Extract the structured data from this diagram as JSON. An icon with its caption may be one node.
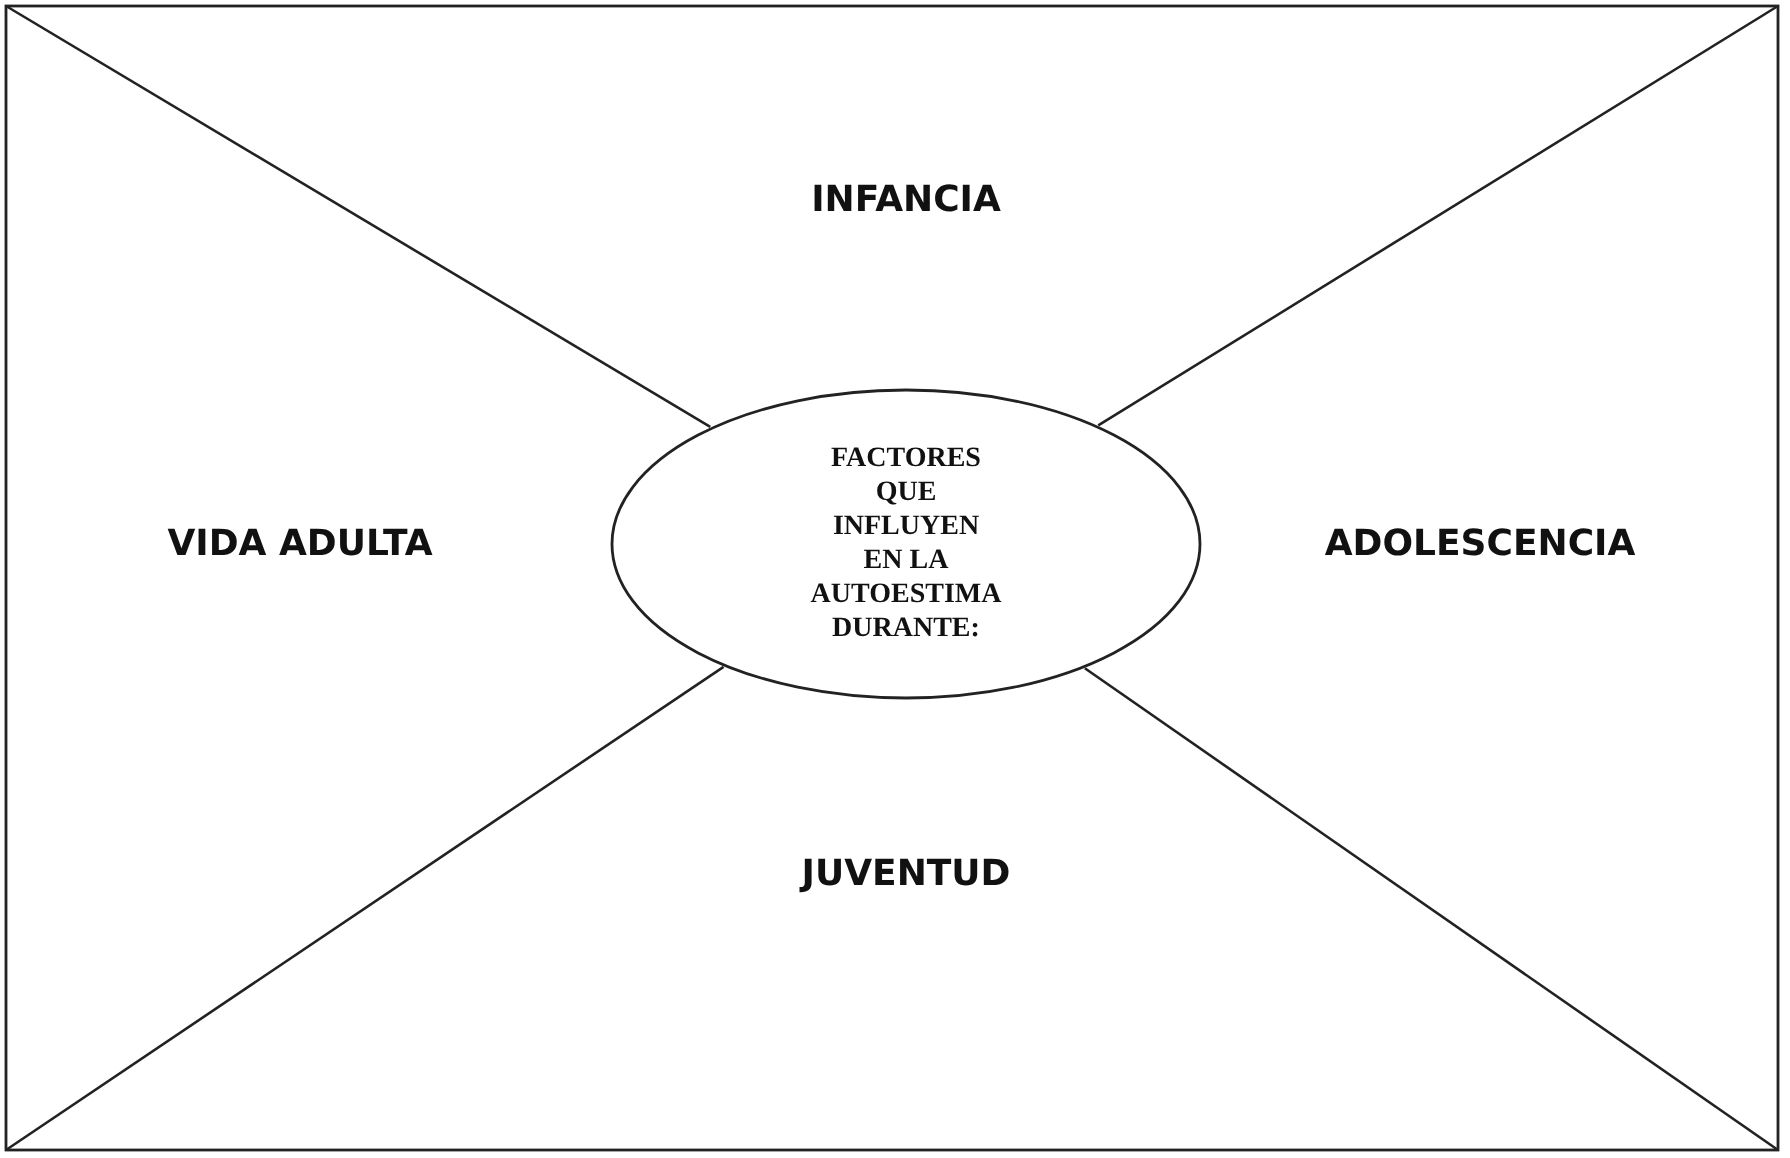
{
  "diagram": {
    "nodes": [
      {
        "text": [],
        "shape": "box"
      },
      {
        "text": [
          "FACTORES QUE INFLUYEN EN LA AUTOESTIMA DURANTE:"
        ],
        "in": 0
      }
    ],
    "edges": [
      {
        "from": 0,
        "to": 1,
        "arrow": "none"
      },
      {
        "from": 0,
        "to": 1,
        "arrow": "none"
      },
      {
        "from": 0,
        "to": 1,
        "arrow": "none"
      },
      {
        "from": 0,
        "to": 1,
        "arrow": "none"
      }
    ],
    "labels": [
      "INFANCIA",
      "VIDA ADULTA",
      "ADOLESCENCIA",
      "JUVENTUD"
    ]
  }
}
